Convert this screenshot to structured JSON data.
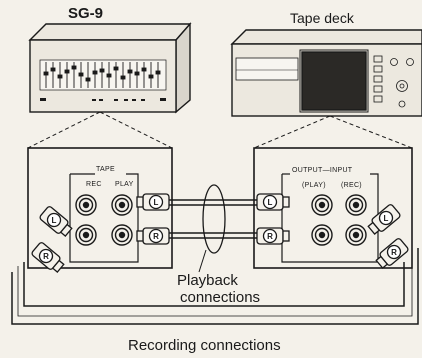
{
  "devices": {
    "equalizer_name": "SG-9",
    "tape_deck_name": "Tape deck"
  },
  "eq_panel": {
    "tape_label": "TAPE",
    "rec_label": "REC",
    "play_label": "PLAY"
  },
  "deck_panel": {
    "output_input_label": "OUTPUT—INPUT",
    "play_label": "(PLAY)",
    "rec_label": "(REC)"
  },
  "plugs": {
    "left": "L",
    "right": "R"
  },
  "captions": {
    "playback_line1": "Playback",
    "playback_line2": "connections",
    "recording": "Recording connections"
  },
  "colors": {
    "ink": "#1a1a1a",
    "paper": "#f4f1ea",
    "device_face": "#ece8df"
  }
}
